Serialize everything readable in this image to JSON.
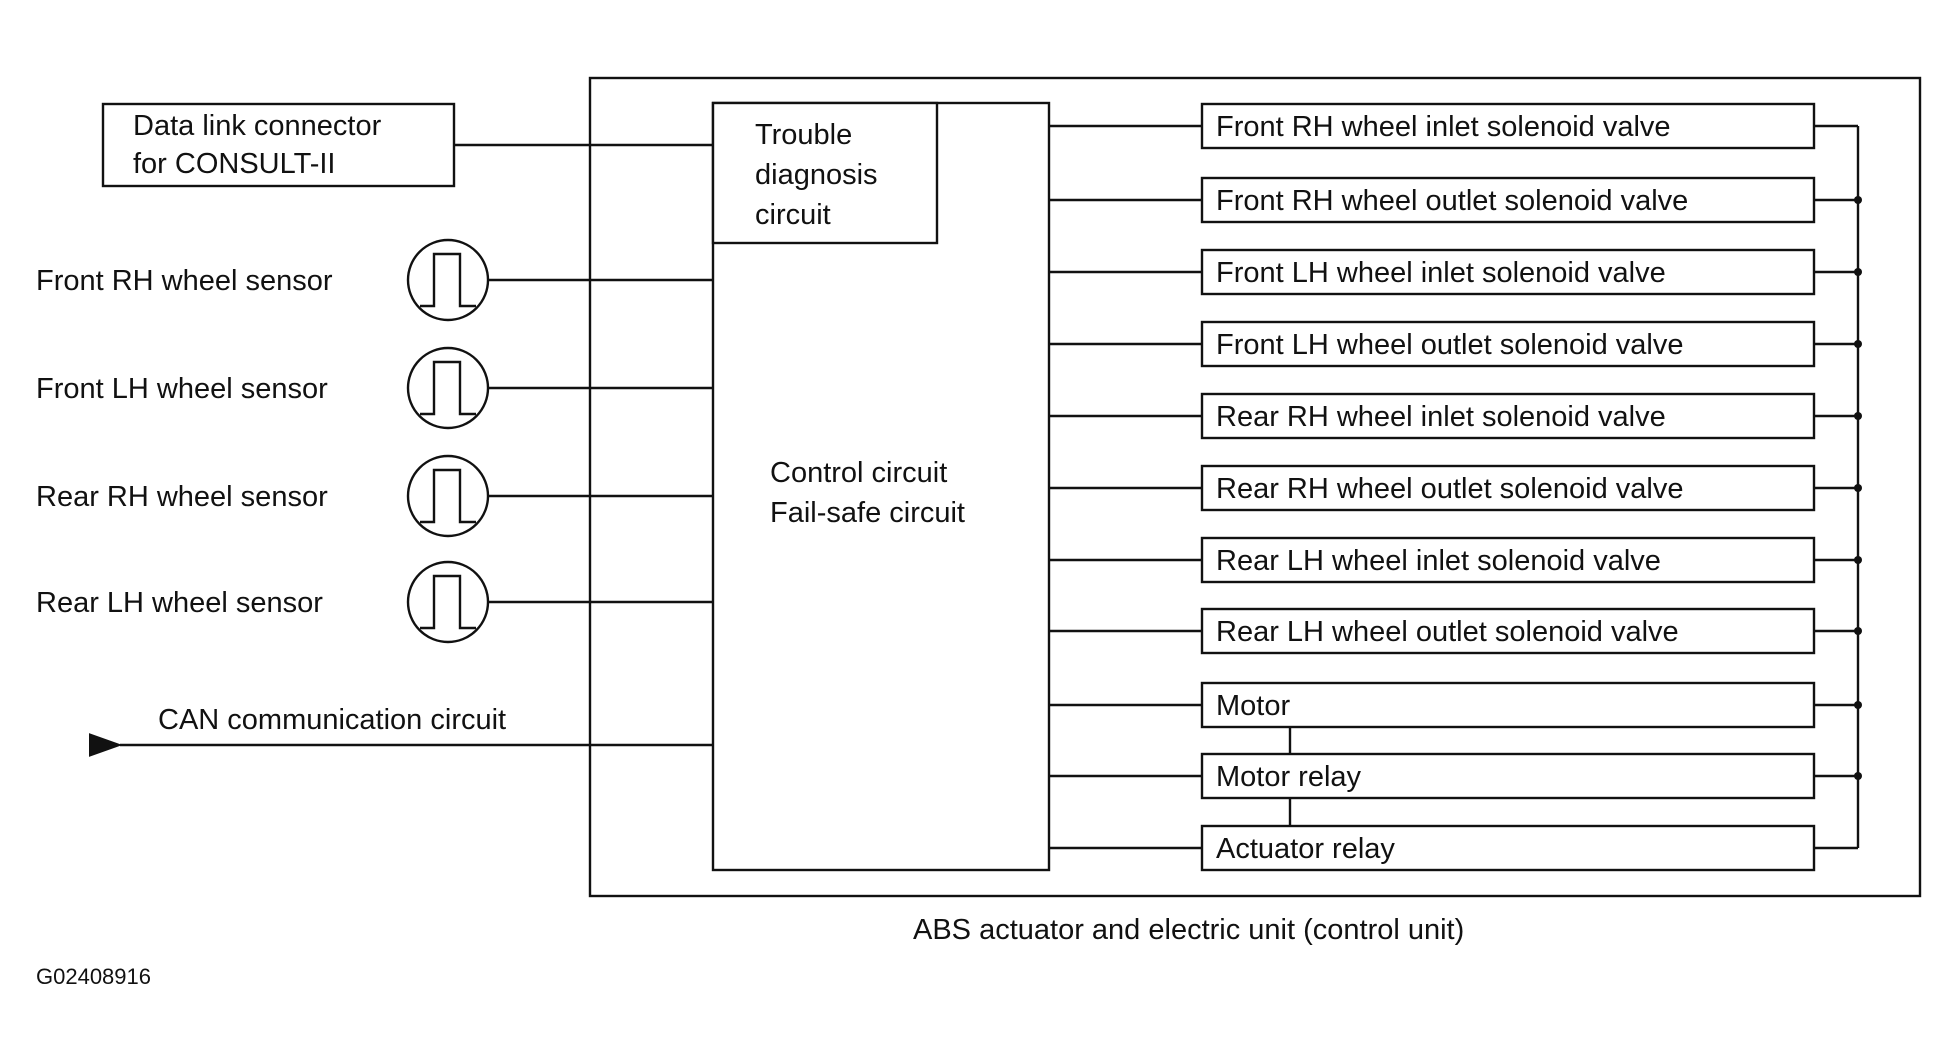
{
  "inputs": {
    "dlc_line1": "Data link connector",
    "dlc_line2": "for CONSULT-II",
    "sensors": [
      "Front RH wheel sensor",
      "Front LH wheel sensor",
      "Rear RH wheel sensor",
      "Rear LH wheel sensor"
    ],
    "can": "CAN communication circuit"
  },
  "control_unit": {
    "trouble_lines": [
      "Trouble",
      "diagnosis",
      "circuit"
    ],
    "control_line1": "Control circuit",
    "control_line2": "Fail-safe circuit",
    "caption": "ABS actuator and electric unit (control unit)"
  },
  "outputs": [
    "Front RH wheel inlet solenoid valve",
    "Front RH wheel outlet solenoid valve",
    "Front LH wheel inlet solenoid valve",
    "Front LH wheel outlet solenoid valve",
    "Rear RH wheel inlet solenoid valve",
    "Rear RH wheel outlet solenoid valve",
    "Rear LH wheel inlet solenoid valve",
    "Rear LH wheel outlet solenoid valve",
    "Motor",
    "Motor relay",
    "Actuator relay"
  ],
  "figure_id": "G02408916"
}
